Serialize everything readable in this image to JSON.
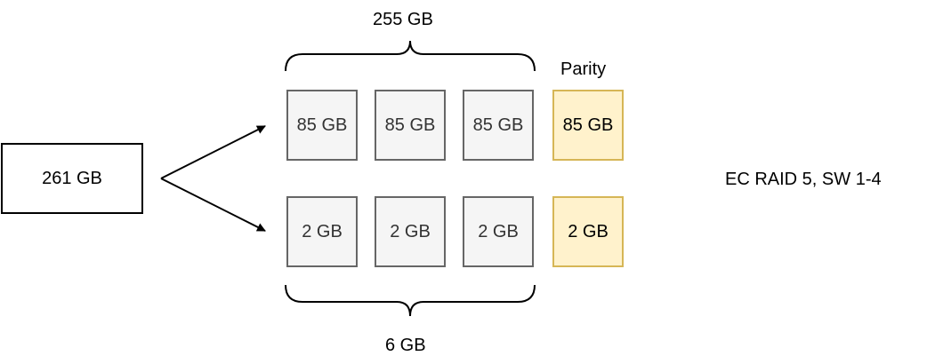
{
  "source": {
    "label": "261 GB"
  },
  "rows": [
    {
      "data": [
        "85 GB",
        "85 GB",
        "85 GB"
      ],
      "parity": "85 GB"
    },
    {
      "data": [
        "2 GB",
        "2 GB",
        "2 GB"
      ],
      "parity": "2 GB"
    }
  ],
  "brace_top_label": "255 GB",
  "brace_bottom_label": "6 GB",
  "parity_label": "Parity",
  "caption": "EC RAID 5, SW 1-4",
  "colors": {
    "data_fill": "#f5f5f5",
    "data_stroke": "#666666",
    "parity_fill": "#fff2cc",
    "parity_stroke": "#d6b656"
  }
}
